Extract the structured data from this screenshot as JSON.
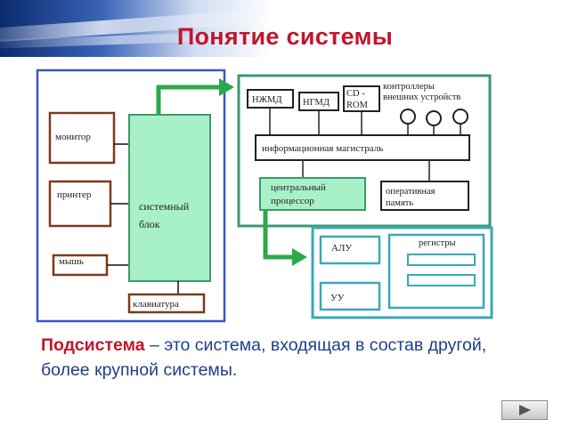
{
  "title": "Понятие системы",
  "diagram": {
    "left": {
      "monitor": "монитор",
      "printer": "принтер",
      "mouse": "мышь",
      "system_unit_line1": "системный",
      "system_unit_line2": "блок",
      "keyboard": "клавиатура"
    },
    "system_unit": {
      "controllers_line1": "контроллеры",
      "controllers_line2": "внешних устройств",
      "hdd": "НЖМД",
      "fdd": "НГМД",
      "cdrom_line1": "CD -",
      "cdrom_line2": "ROM",
      "bus": "информационная магистраль",
      "cpu_line1": "центральный",
      "cpu_line2": "процессор",
      "ram_line1": "оперативная",
      "ram_line2": "память"
    },
    "processor": {
      "alu": "АЛУ",
      "registers": "регистры",
      "cu": "УУ"
    }
  },
  "definition": {
    "term": "Подсистема",
    "text": " – это система, входящая в состав другой, более крупной системы."
  },
  "colors": {
    "title": "#c0162c",
    "text": "#1f3f88",
    "frame_blue": "#3a55c8",
    "frame_green": "#3c9a6a",
    "frame_teal": "#3aa8b8",
    "node_brown": "#7a3b1c",
    "fill_green": "#a8f0c8",
    "arrow": "#2da84a"
  },
  "icons": {
    "next": "play-triangle-icon"
  }
}
